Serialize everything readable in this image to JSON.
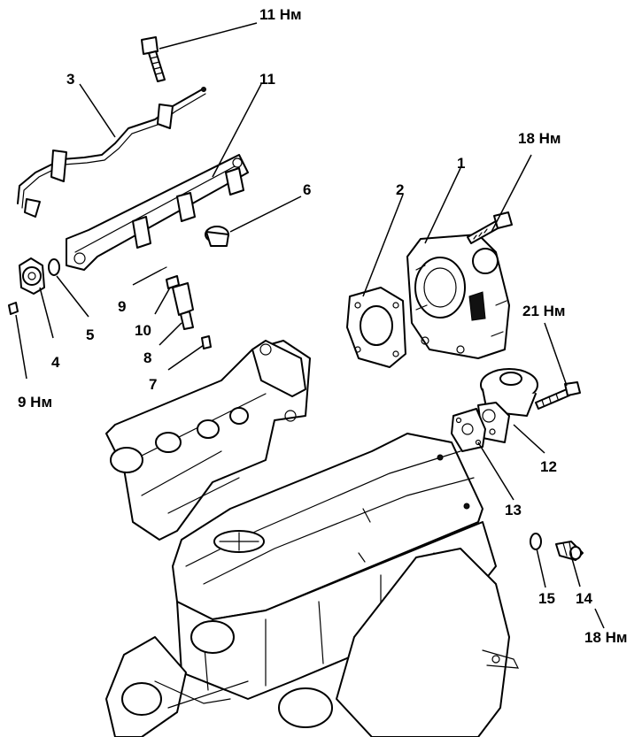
{
  "labels": {
    "part_1": "1",
    "part_2": "2",
    "part_3": "3",
    "part_4": "4",
    "part_5": "5",
    "part_6": "6",
    "part_7": "7",
    "part_8": "8",
    "part_9": "9",
    "part_10": "10",
    "part_11": "11",
    "part_12": "12",
    "part_13": "13",
    "part_14": "14",
    "part_15": "15"
  },
  "torques": {
    "fuel_rail_bolt": "11 Нм",
    "throttle_body_bolt": "18 Нм",
    "egr_valve_bolt": "21 Нм",
    "pressure_regulator_bolt": "9 Нм",
    "plug_14": "18 Нм"
  }
}
